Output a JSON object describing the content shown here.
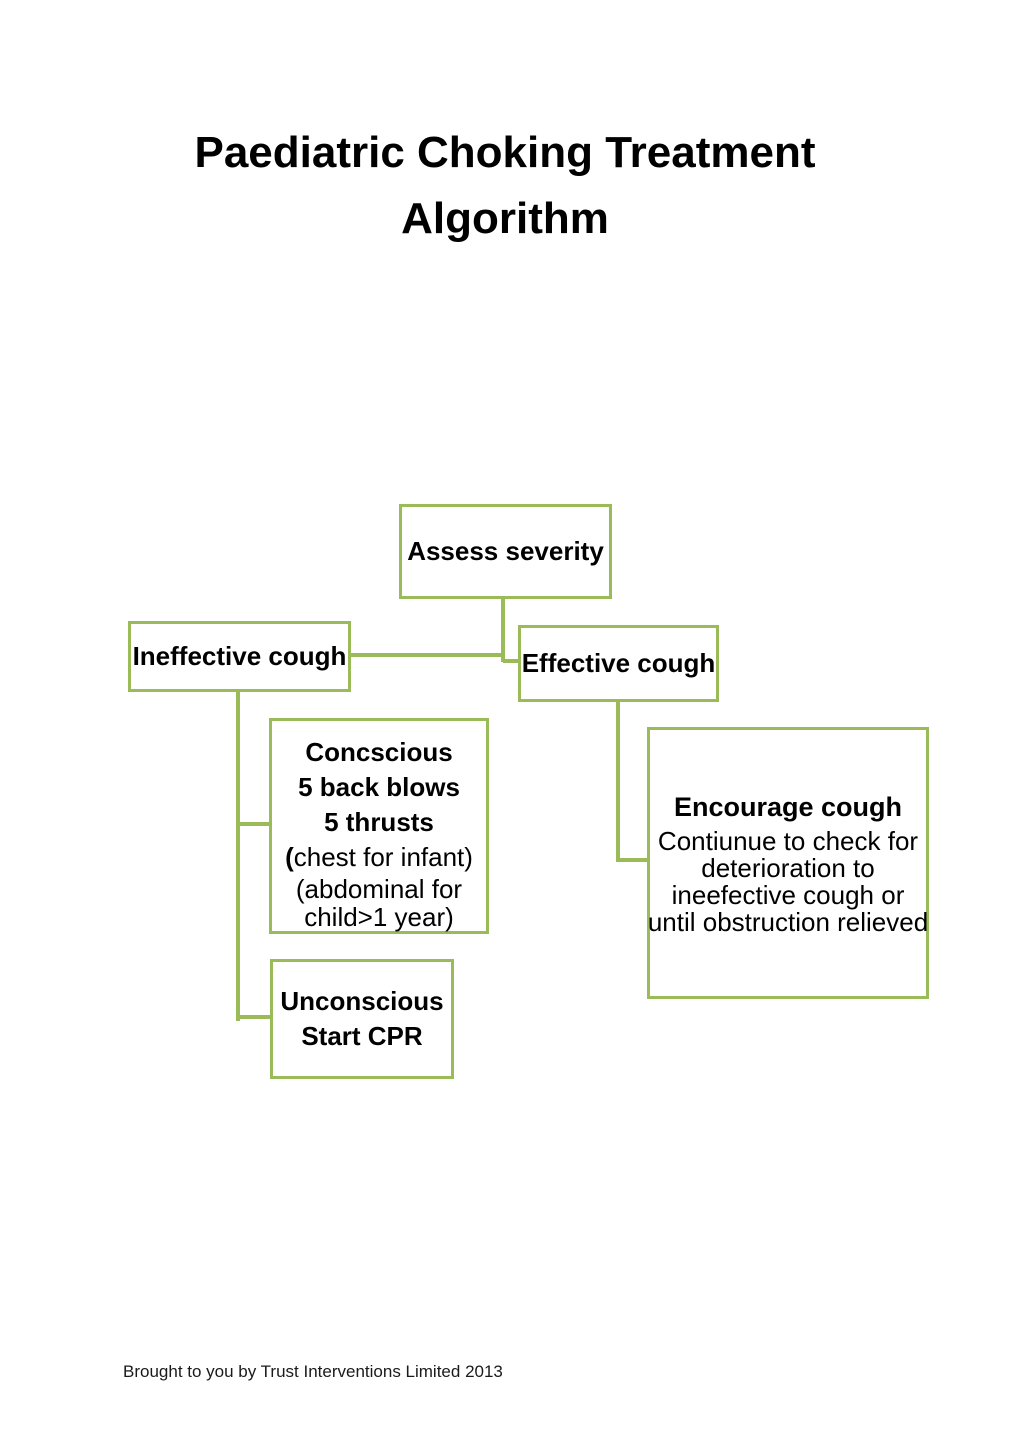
{
  "page": {
    "background_color": "#ffffff",
    "accent_green": "#9bbb59",
    "text_color": "#000000"
  },
  "title": {
    "line1": "Paediatric Choking Treatment",
    "line2": "Algorithm"
  },
  "flowchart": {
    "assess": {
      "label": "Assess severity"
    },
    "ineffective": {
      "label": "Ineffective cough"
    },
    "effective": {
      "label": "Effective cough"
    },
    "conscious": {
      "line1": "Concscious",
      "line2": "5 back blows",
      "line3": "5 thrusts",
      "line4_paren": "(",
      "line4_rest": "chest for infant)",
      "line5": "(abdominal for",
      "line6": "child>1 year)"
    },
    "encourage": {
      "line1": "Encourage cough",
      "line2": "Contiunue to check for",
      "line3": "deterioration to",
      "line4": "ineefective cough or",
      "line5": "until obstruction relieved"
    },
    "unconscious": {
      "line1": "Unconscious",
      "line2": "Start CPR"
    }
  },
  "footer": {
    "text": "Brought to you by Trust Interventions Limited 2013"
  }
}
